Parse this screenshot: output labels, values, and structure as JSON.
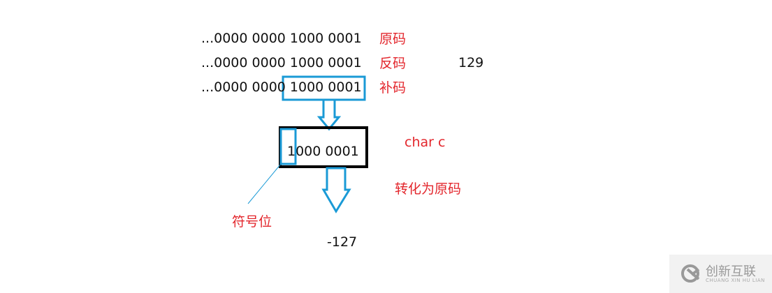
{
  "rows": [
    {
      "bits": "...0000 0000 1000 0001",
      "label": "原码"
    },
    {
      "bits": "...0000 0000 1000 0001",
      "label": "反码"
    },
    {
      "bits": "...0000 0000 1000 0001",
      "label": "补码"
    }
  ],
  "value_129": "129",
  "char_bits": "1000 0001",
  "char_label": "char c",
  "convert_label": "转化为原码",
  "sign_bit_label": "符号位",
  "result": "-127",
  "watermark": {
    "cn": "创新互联",
    "en": "CHUANG XIN HU LIAN"
  },
  "colors": {
    "blue": "#1a9ad6",
    "red": "#e3262c",
    "black": "#000000"
  }
}
